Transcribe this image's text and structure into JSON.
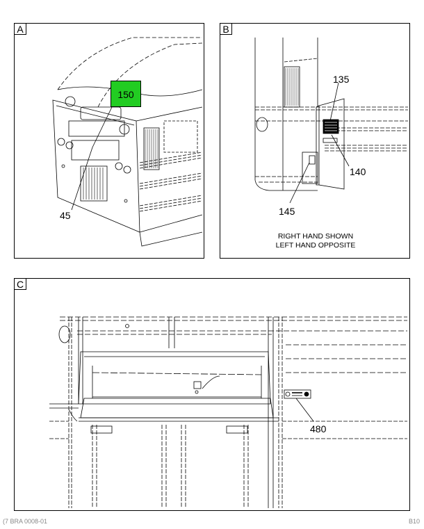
{
  "panels": {
    "a": {
      "letter": "A",
      "callouts": {
        "top": "150",
        "bottom": "45"
      }
    },
    "b": {
      "letter": "B",
      "callouts": {
        "c135": "135",
        "c140": "140",
        "c145": "145"
      },
      "note_line1": "RIGHT HAND SHOWN",
      "note_line2": "LEFT HAND OPPOSITE"
    },
    "c": {
      "letter": "C",
      "callouts": {
        "c480": "480"
      }
    }
  },
  "colors": {
    "highlight": "#22cc22",
    "line": "#000000"
  },
  "footer": {
    "left": "(7 BRA 0008-01",
    "right": "B10"
  }
}
